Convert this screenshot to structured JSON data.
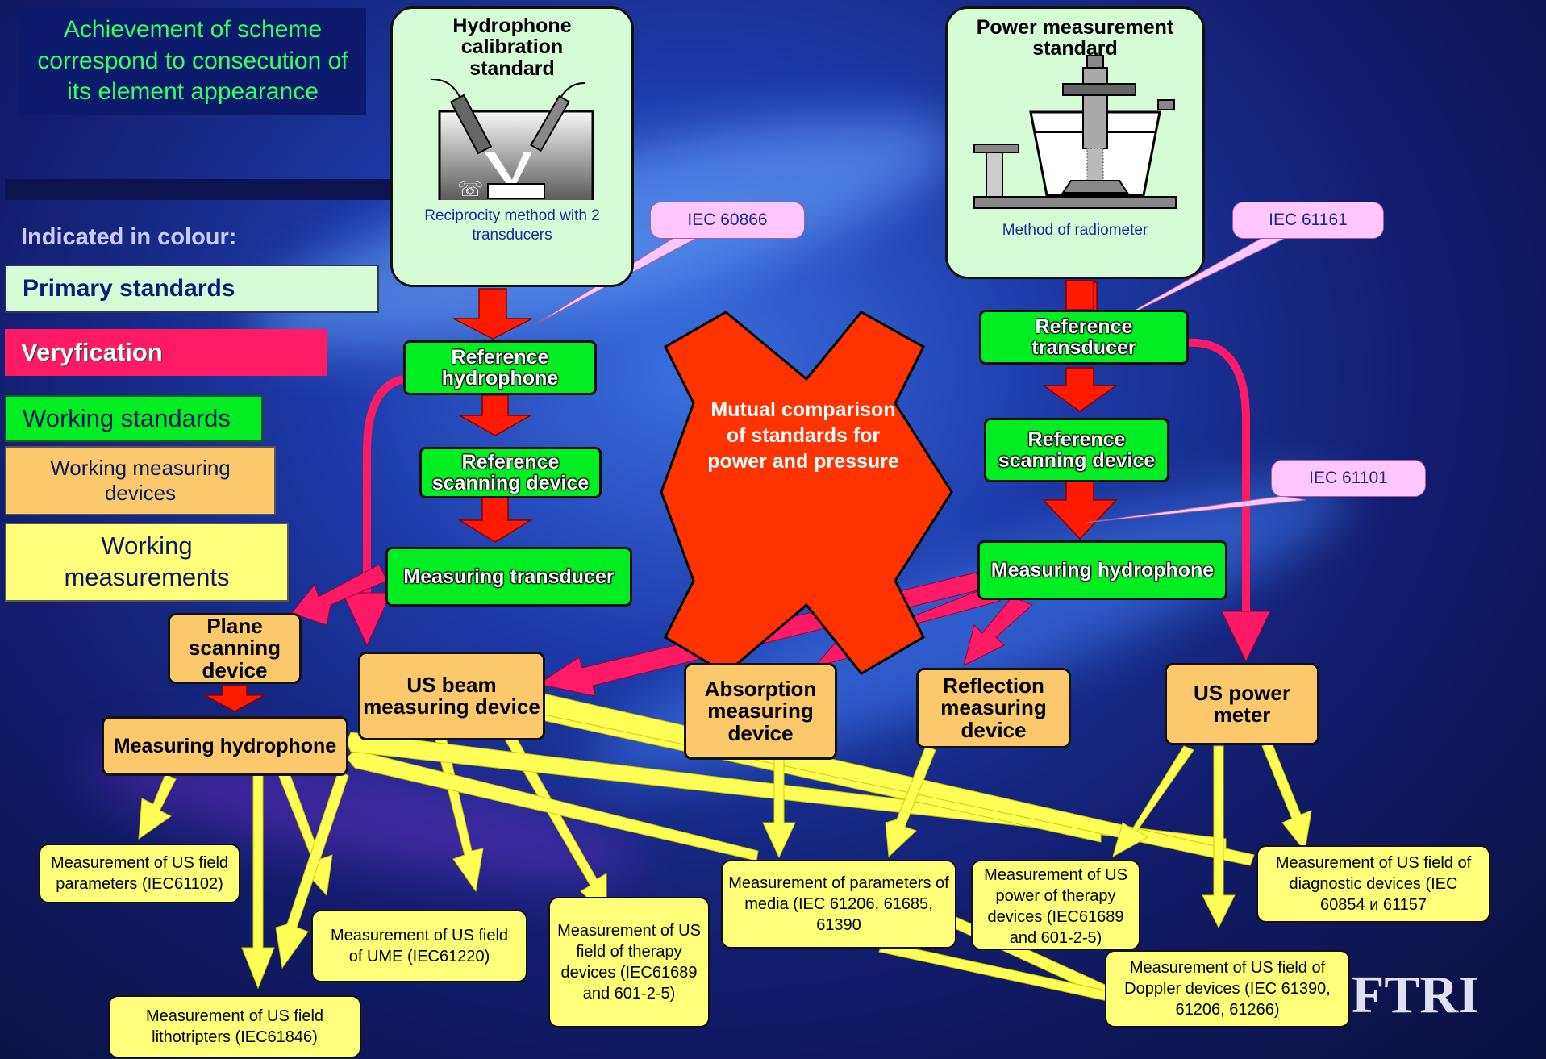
{
  "intro_text": "Achievement of scheme correspond to consecution of its element appearance",
  "legend": {
    "title": "Indicated in colour:",
    "primary": "Primary standards",
    "verification": "Veryfication",
    "working_standards": "Working standards",
    "working_devices": "Working measuring devices",
    "working_measurements": "Working measurements"
  },
  "hydrophone_standard": {
    "title": "Hydrophone calibration standard",
    "caption": "Reciprocity method with 2 transducers"
  },
  "power_standard": {
    "title": "Power measurement standard",
    "caption": "Method of radiometer"
  },
  "callouts": {
    "iec60866": "IEC 60866",
    "iec61161": "IEC 61161",
    "iec61101": "IEC 61101"
  },
  "left_chain": {
    "ref_hydrophone": "Reference hydrophone",
    "ref_scanning": "Reference scanning device",
    "measuring_transducer": "Measuring transducer"
  },
  "right_chain": {
    "ref_transducer": "Reference transducer",
    "ref_scanning": "Reference scanning device",
    "measuring_hydrophone": "Measuring hydrophone"
  },
  "mutual_comparison": "Mutual comparison of standards for power and pressure",
  "devices": {
    "plane_scanning": "Plane scanning device",
    "measuring_hydrophone": "Measuring hydrophone",
    "us_beam": "US beam measuring device",
    "absorption": "Absorption measuring device",
    "reflection": "Reflection measuring device",
    "us_power_meter": "US power meter"
  },
  "measurements": {
    "m1": "Measurement of US field parameters (IEC61102)",
    "m2": "Measurement of US field of UME (IEC61220)",
    "m3": "Measurement of US field lithotripters (IEC61846)",
    "m4": "Measurement of US field of therapy devices (IEC61689 and 601-2-5)",
    "m5": "Measurement of parameters of media (IEC 61206, 61685, 61390",
    "m6": "Measurement of US power of therapy devices (IEC61689 and 601-2-5)",
    "m7": "Measurement of US field of Doppler devices (IEC 61390, 61206, 61266)",
    "m8": "Measurement of US field of diagnostic devices (IEC 60854 и 61157"
  },
  "watermark": "FTRI",
  "colors": {
    "primary": "#d6fcd6",
    "verification": "#ff1a66",
    "working_standards": "#00ee22",
    "working_devices": "#fcc86c",
    "working_measurements": "#ffff7a",
    "derivation_arrow": "#ff1a00",
    "comparison": "#ff3300",
    "callout": "#ffc6ff"
  }
}
